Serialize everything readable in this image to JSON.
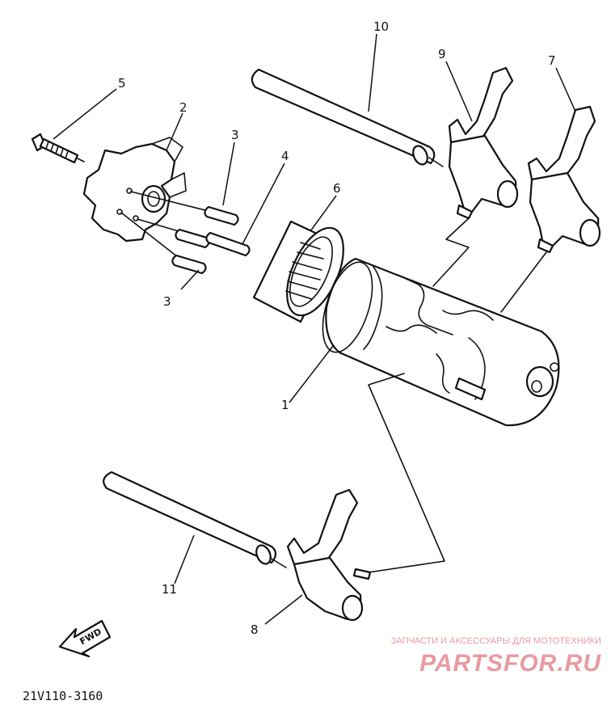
{
  "callouts": {
    "c1": "1",
    "c2": "2",
    "c3a": "3",
    "c3b": "3",
    "c4": "4",
    "c5": "5",
    "c6": "6",
    "c7": "7",
    "c8": "8",
    "c9": "9",
    "c10": "10",
    "c11": "11"
  },
  "fwd_label": "FWD",
  "diagram_code": "21V110-3160",
  "watermark": {
    "tagline": "ЗАПЧАСТИ И АКСЕССУАРЫ ДЛЯ МОТОТЕХНИКИ",
    "brand": "PARTSFOR.RU"
  },
  "colors": {
    "line": "#111111",
    "watermark": "#e89aa0",
    "background": "#ffffff"
  }
}
